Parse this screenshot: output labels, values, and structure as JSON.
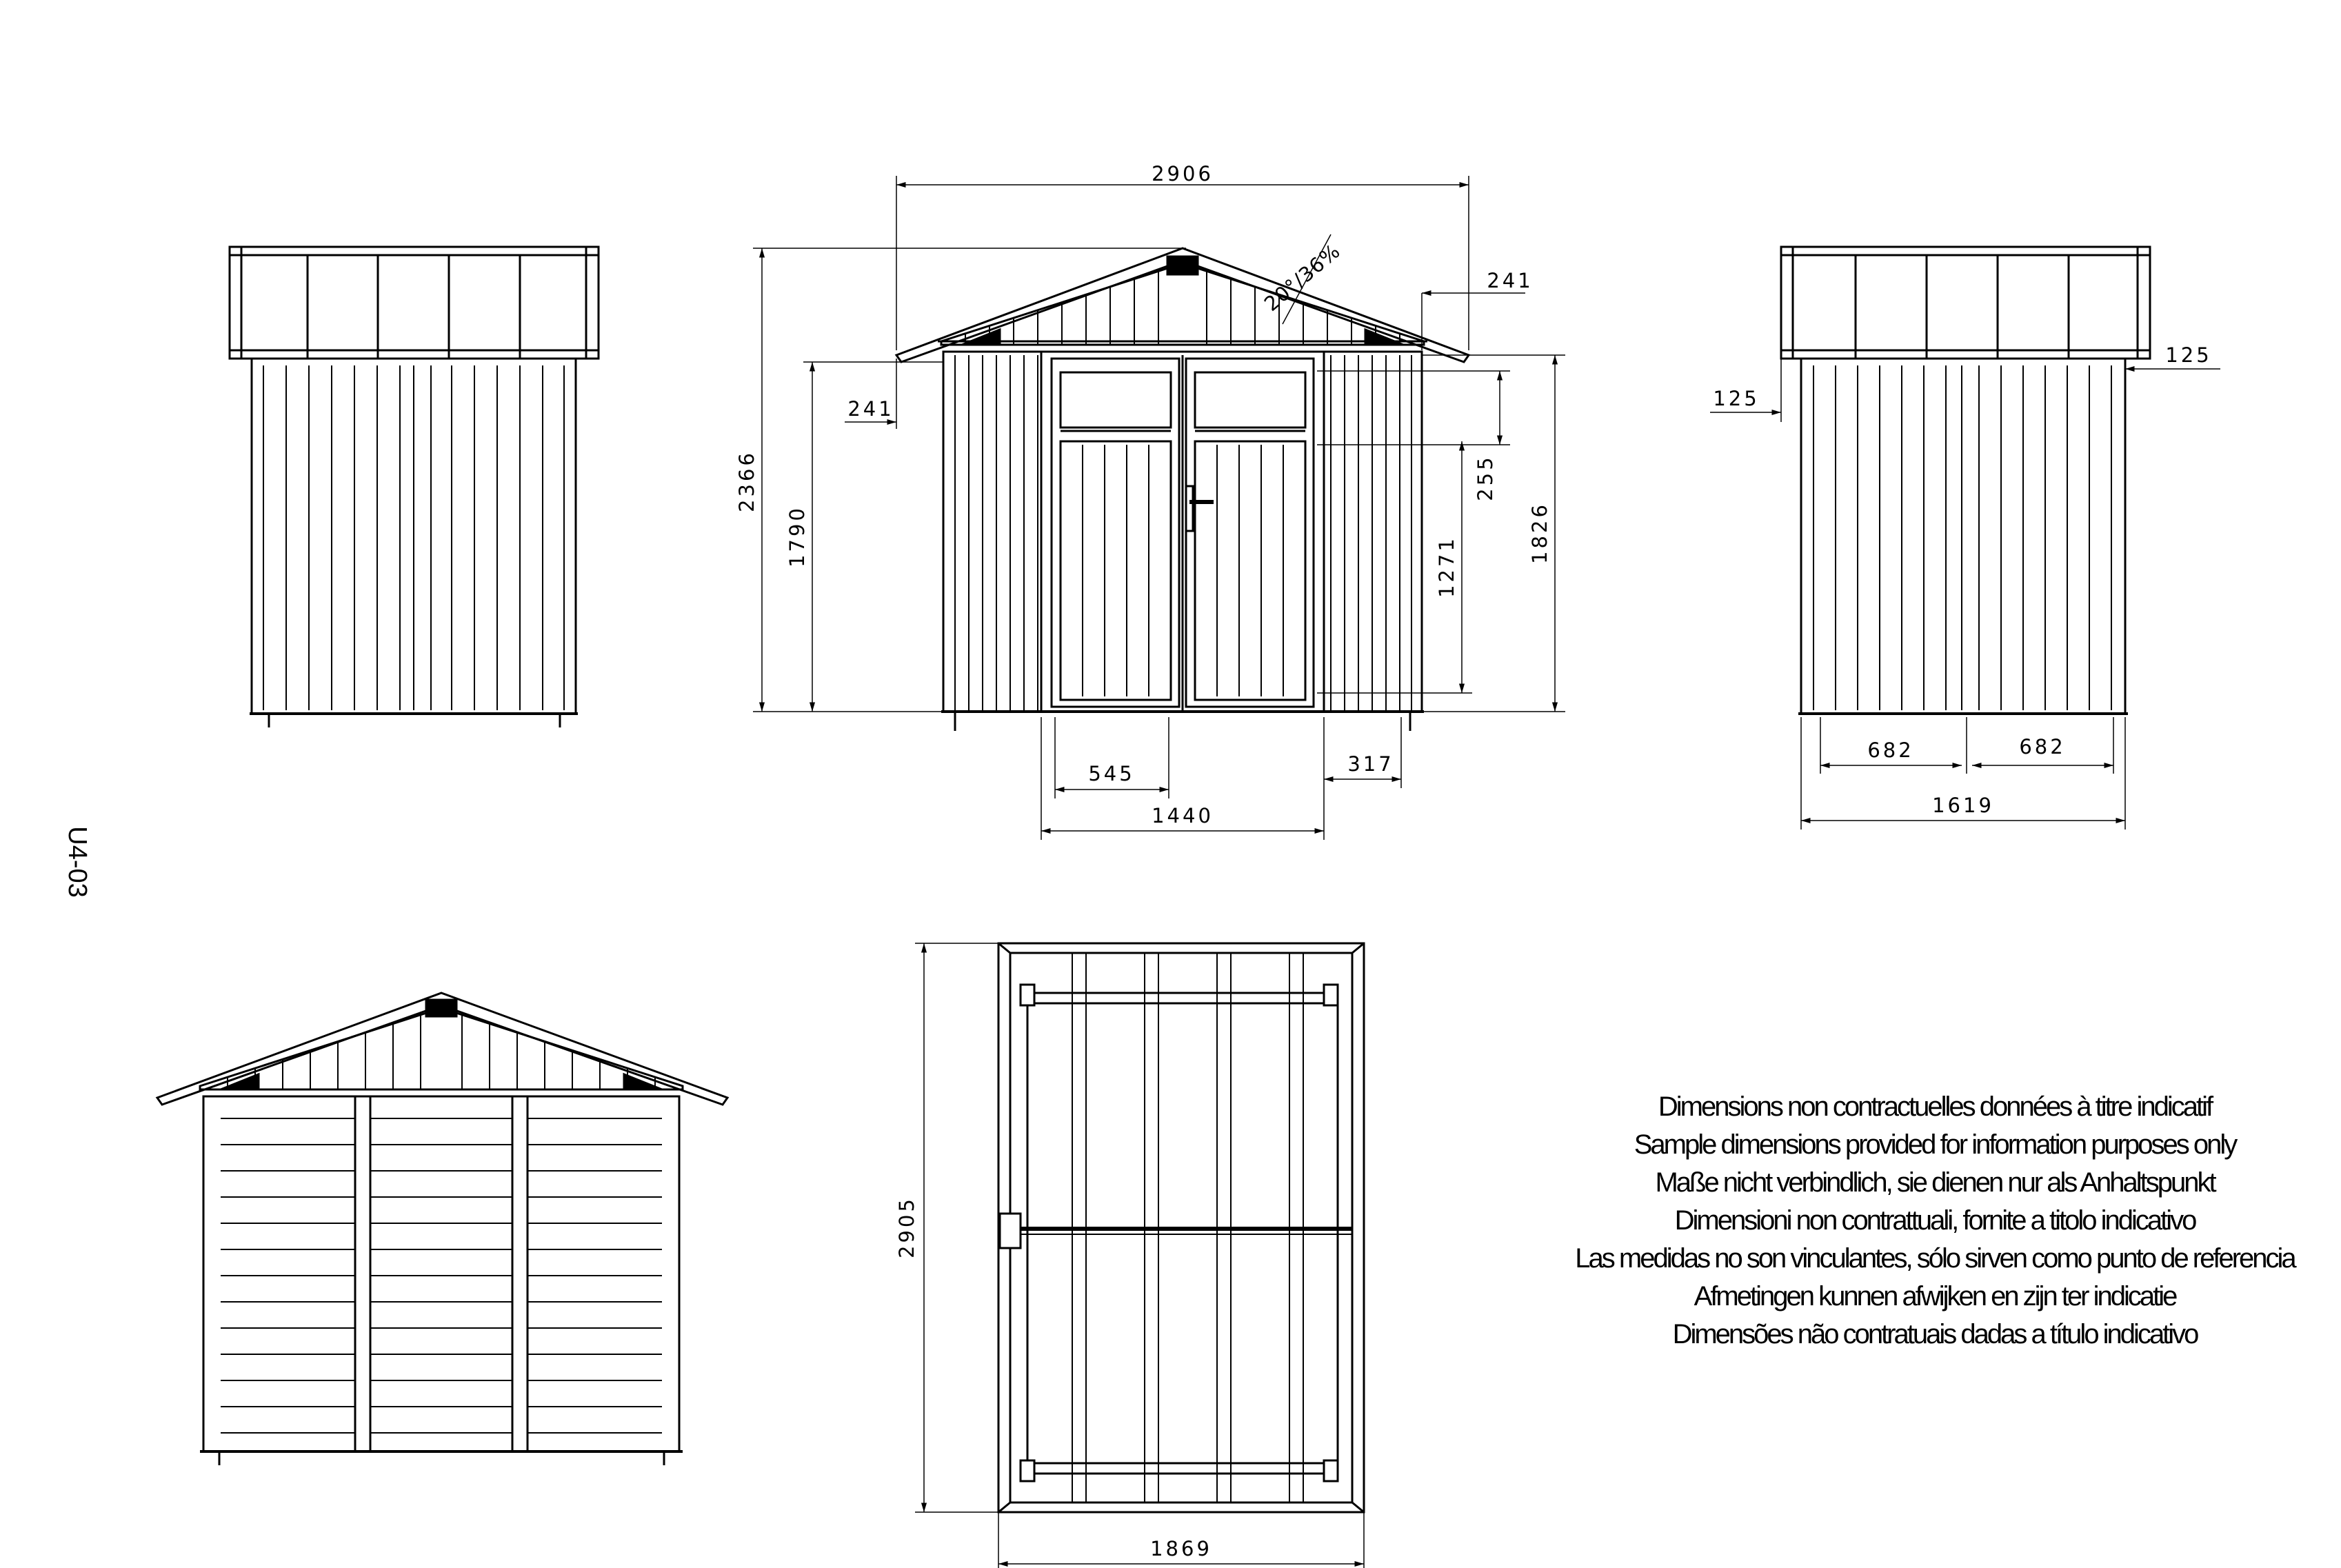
{
  "drawing_code": "U4-03",
  "dimensions": {
    "front_overall_width": "2906",
    "roof_overhang": "241",
    "roof_pitch": "20°/36%",
    "front_overall_height": "2366",
    "eave_drop": "241",
    "wall_height": "1790",
    "door_transom": "255",
    "door_leaf_height": "1271",
    "door_opening_height": "1826",
    "door_leaf_width": "545",
    "wall_to_door": "317",
    "door_opening_width": "1440",
    "side_overhang_left": "125",
    "side_overhang_right": "125",
    "side_half_left": "682",
    "side_half_right": "682",
    "side_overall_depth": "1619",
    "plan_length": "2905",
    "plan_width": "1869"
  },
  "disclaimer_lines": [
    "Dimensions non contractuelles données à titre indicatif",
    "Sample dimensions provided for information purposes only",
    "Maße nicht verbindlich, sie dienen nur als Anhaltspunkt",
    "Dimensioni non contrattuali, fornite a titolo indicativo",
    "Las medidas no son vinculantes, sólo sirven como punto de referencia",
    "Afmetingen kunnen afwijken en zijn ter indicatie",
    "Dimensões não contratuais dadas a título indicativo"
  ]
}
